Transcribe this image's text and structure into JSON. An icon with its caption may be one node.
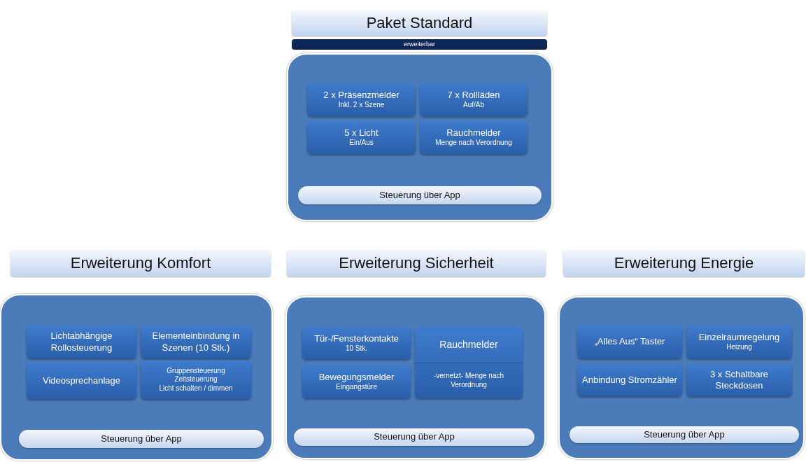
{
  "diagram": {
    "nodes": [
      {
        "text": [
          "Paket Standard"
        ]
      },
      {
        "text": [
          "erweiterbar"
        ]
      },
      {
        "text": [],
        "shape": "box"
      },
      {
        "text": [
          "2 x Präsenzmelder",
          "Inkl. 2 x Szene"
        ],
        "in": 2
      },
      {
        "text": [
          "7 x Rollläden",
          "Auf/Ab"
        ],
        "in": 2
      },
      {
        "text": [
          "5 x Licht",
          "Ein/Aus"
        ],
        "in": 2
      },
      {
        "text": [
          "Rauchmelder",
          "Menge nach Verordnung"
        ],
        "in": 2
      },
      {
        "text": [
          "Steuerung über App"
        ],
        "in": 2
      },
      {
        "text": [
          "Erweiterung Komfort"
        ]
      },
      {
        "text": [],
        "shape": "box"
      },
      {
        "text": [
          "Lichtabhängige Rollosteuerung"
        ],
        "in": 9
      },
      {
        "text": [
          "Elementeinbindung in Szenen (10 Stk.)"
        ],
        "in": 9
      },
      {
        "text": [
          "Videosprechanlage"
        ],
        "in": 9
      },
      {
        "text": [
          "Gruppensteuerung",
          "Zeitsteuerung",
          "Licht schalten / dimmen"
        ],
        "in": 9
      },
      {
        "text": [
          "Steuerung über App"
        ],
        "in": 9
      },
      {
        "text": [
          "Erweiterung Sicherheit"
        ]
      },
      {
        "text": [],
        "shape": "box"
      },
      {
        "text": [
          "Tür-/Fensterkontakte",
          "10 Stk."
        ],
        "in": 16
      },
      {
        "text": [
          "Rauchmelder",
          "-vernetzt- Menge nach Verordnung"
        ],
        "in": 16
      },
      {
        "text": [
          "Bewegungsmelder",
          "Eingangstüre"
        ],
        "in": 16
      },
      {
        "text": [
          "Steuerung über App"
        ],
        "in": 16
      },
      {
        "text": [
          "Erweiterung Energie"
        ]
      },
      {
        "text": [],
        "shape": "box"
      },
      {
        "text": [
          "„Alles Aus“ Taster"
        ],
        "in": 22
      },
      {
        "text": [
          "Einzelraumregelung",
          "Heizung"
        ],
        "in": 22
      },
      {
        "text": [
          "Anbindung Stromzähler"
        ],
        "in": 22
      },
      {
        "text": [
          "3 x Schaltbare Steckdosen"
        ],
        "in": 22
      },
      {
        "text": [
          "Steuerung über App"
        ],
        "in": 22
      }
    ]
  }
}
